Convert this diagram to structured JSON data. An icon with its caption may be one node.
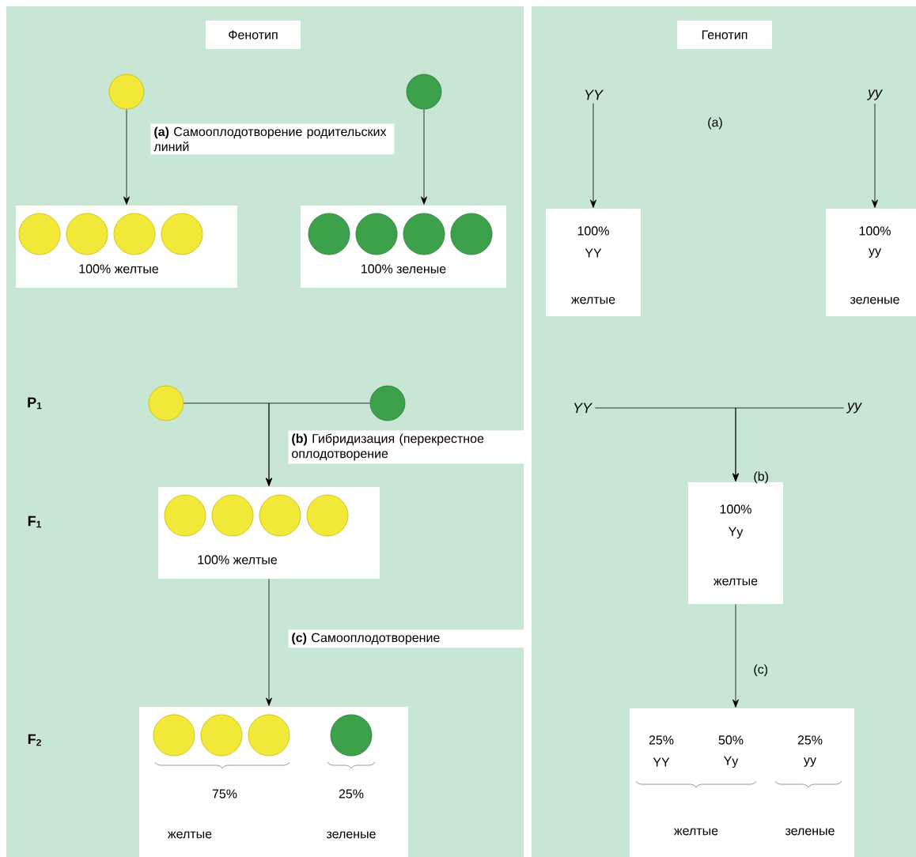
{
  "diagram": {
    "nodes": [
      {
        "text": [
          "Фенотип"
        ]
      },
      {
        "text": [],
        "shape": "circle"
      },
      {
        "text": [],
        "shape": "circle"
      },
      {
        "text": [
          "100% желтые"
        ]
      },
      {
        "text": [
          "100% зеленые"
        ]
      },
      {
        "text": [],
        "shape": "circle"
      },
      {
        "text": [],
        "shape": "circle"
      },
      {
        "text": [
          "100% желтые"
        ]
      },
      {
        "text": [
          "75%",
          "25%",
          "желтые",
          "зеленые"
        ]
      },
      {
        "text": [
          "Генотип"
        ]
      },
      {
        "text": [
          "YY"
        ]
      },
      {
        "text": [
          "yy"
        ]
      },
      {
        "text": [
          "100%",
          "YY",
          "желтые"
        ]
      },
      {
        "text": [
          "100%",
          "yy",
          "зеленые"
        ]
      },
      {
        "text": [
          "YY"
        ]
      },
      {
        "text": [
          "yy"
        ]
      },
      {
        "text": [
          "100%",
          "Yy",
          "желтые"
        ]
      },
      {
        "text": [
          "25%",
          "YY",
          "50%",
          "Yy",
          "25%",
          "yy",
          "желтые",
          "зеленые"
        ]
      }
    ],
    "edges": [
      {
        "from": 1,
        "to": 3,
        "arrow": "to"
      },
      {
        "from": 2,
        "to": 4,
        "arrow": "to"
      },
      {
        "from": 5,
        "to": 7,
        "arrow": "to",
        "label": "**(b)** Гибридизация (перекрестное оплодотворение"
      },
      {
        "from": 6,
        "to": 7,
        "arrow": "to"
      },
      {
        "from": 7,
        "to": 8,
        "arrow": "to",
        "label": "**(c)** Самооплодотворение"
      },
      {
        "from": 10,
        "to": 12,
        "arrow": "to"
      },
      {
        "from": 11,
        "to": 13,
        "arrow": "to"
      },
      {
        "from": 14,
        "to": 16,
        "arrow": "to",
        "label": "(b)"
      },
      {
        "from": 15,
        "to": 16,
        "arrow": "to"
      },
      {
        "from": 16,
        "to": 17,
        "arrow": "to",
        "label": "(c)"
      }
    ],
    "labels": [
      "**(a)** Самооплодотворение родительских линий",
      "(a)",
      "P$_{1}$",
      "F$_{1}$",
      "F$_{2}$"
    ]
  }
}
